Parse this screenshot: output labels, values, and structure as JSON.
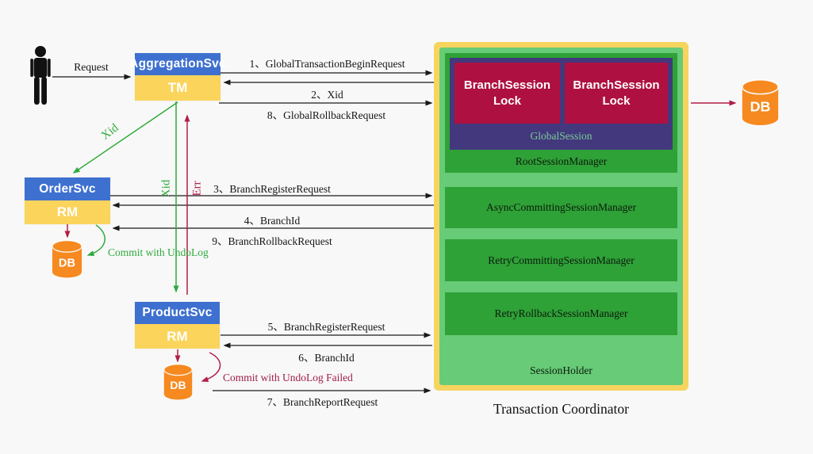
{
  "nodes": {
    "aggregation": {
      "title": "AggregationSvc",
      "role": "TM"
    },
    "order": {
      "title": "OrderSvc",
      "role": "RM"
    },
    "product": {
      "title": "ProductSvc",
      "role": "RM"
    }
  },
  "databases": {
    "order": "DB",
    "product": "DB",
    "remote": "DB"
  },
  "coordinator": {
    "title": "Transaction Coordinator",
    "root_session_manager": "RootSessionManager",
    "global_session": "GlobalSession",
    "branch_locks": [
      "BranchSession Lock",
      "BranchSession Lock"
    ],
    "managers": [
      "AsyncCommittingSessionManager",
      "RetryCommittingSessionManager",
      "RetryRollbackSessionManager"
    ],
    "session_holder": "SessionHolder"
  },
  "messages": {
    "request": "Request",
    "m1": "1、GlobalTransactionBeginRequest",
    "m2": "2、Xid",
    "m3": "3、BranchRegisterRequest",
    "m4": "4、BranchId",
    "m5": "5、BranchRegisterRequest",
    "m6": "6、BranchId",
    "m7": "7、BranchReportRequest",
    "m8": "8、GlobalRollbackRequest",
    "m9": "9、BranchRollbackRequest"
  },
  "annotations": {
    "xid_diagonal": "Xid",
    "xid_vertical": "Xid",
    "err_vertical": "Err",
    "commit_ok": "Commit with UndoLog",
    "commit_fail": "Commit with UndoLog Failed"
  },
  "colors": {
    "service_blue": "#3e70cf",
    "role_yellow": "#fbd45c",
    "db_orange": "#f6891f",
    "tc_border_yellow": "#f7d45e",
    "tc_light_green": "#67cb77",
    "tc_dark_green": "#2ea137",
    "global_session_purple": "#43387d",
    "branch_lock_crimson": "#ae1141",
    "arrow_green": "#2faa3b",
    "arrow_crimson": "#b01e46",
    "arrow_black": "#1a1a1a"
  }
}
